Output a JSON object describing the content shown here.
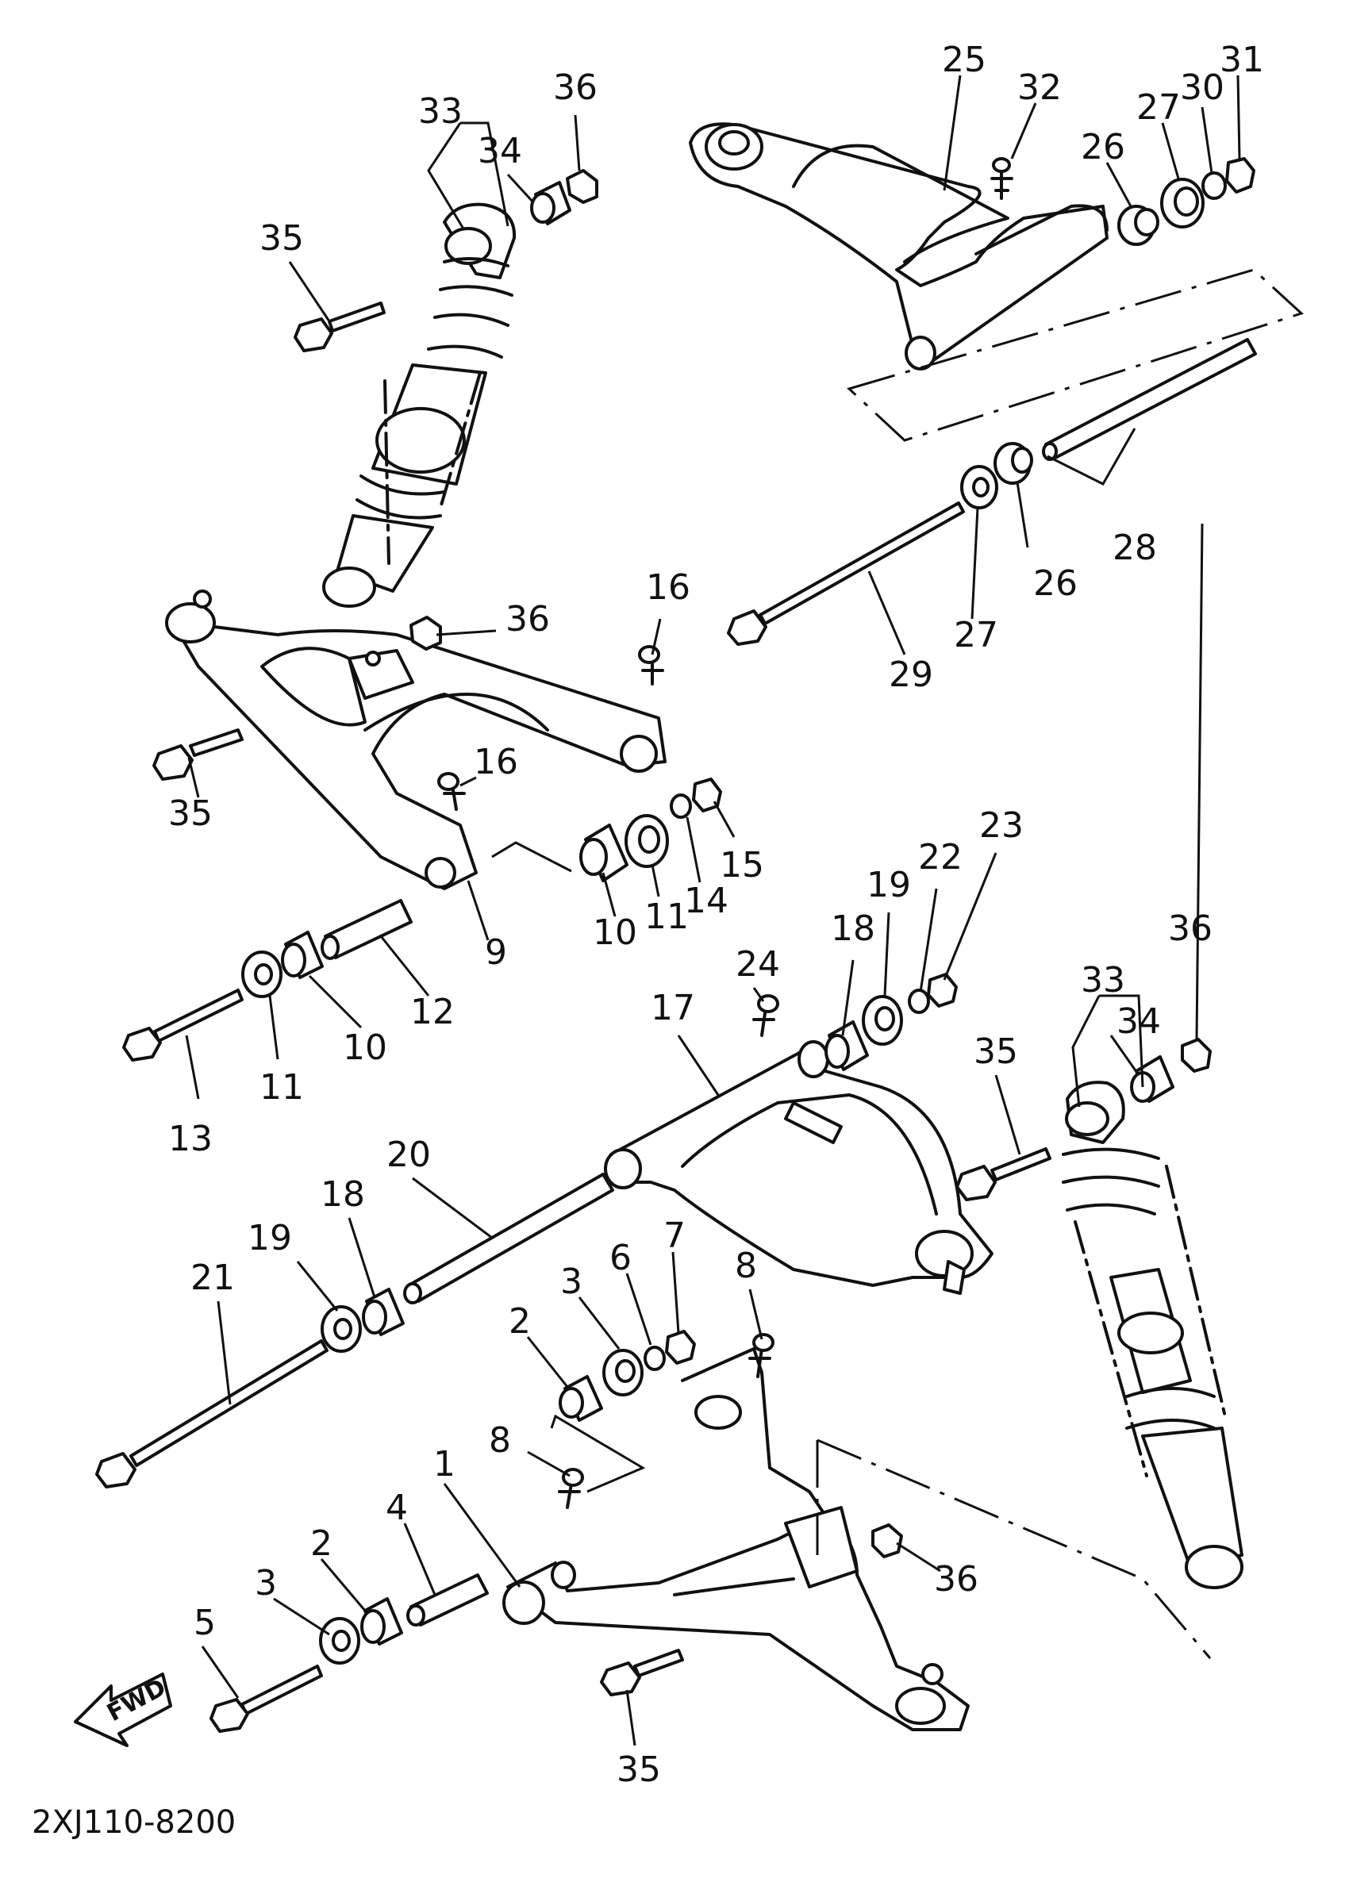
{
  "drawing_code": "2XJ110-8200",
  "fwd_label": "FWD",
  "callouts": [
    {
      "id": "c25",
      "label": "25"
    },
    {
      "id": "c32",
      "label": "32"
    },
    {
      "id": "c31",
      "label": "31"
    },
    {
      "id": "c30",
      "label": "30"
    },
    {
      "id": "c27a",
      "label": "27"
    },
    {
      "id": "c26a",
      "label": "26"
    },
    {
      "id": "c28",
      "label": "28"
    },
    {
      "id": "c27b",
      "label": "27"
    },
    {
      "id": "c26b",
      "label": "26"
    },
    {
      "id": "c29",
      "label": "29"
    },
    {
      "id": "c33a",
      "label": "33"
    },
    {
      "id": "c34a",
      "label": "34"
    },
    {
      "id": "c36a",
      "label": "36"
    },
    {
      "id": "c35a",
      "label": "35"
    },
    {
      "id": "c36b",
      "label": "36"
    },
    {
      "id": "c16a",
      "label": "16"
    },
    {
      "id": "c35b",
      "label": "35"
    },
    {
      "id": "c16b",
      "label": "16"
    },
    {
      "id": "c15",
      "label": "15"
    },
    {
      "id": "c14",
      "label": "14"
    },
    {
      "id": "c11a",
      "label": "11"
    },
    {
      "id": "c10a",
      "label": "10"
    },
    {
      "id": "c9",
      "label": "9"
    },
    {
      "id": "c12",
      "label": "12"
    },
    {
      "id": "c10b",
      "label": "10"
    },
    {
      "id": "c11b",
      "label": "11"
    },
    {
      "id": "c13",
      "label": "13"
    },
    {
      "id": "c23",
      "label": "23"
    },
    {
      "id": "c22",
      "label": "22"
    },
    {
      "id": "c19a",
      "label": "19"
    },
    {
      "id": "c18a",
      "label": "18"
    },
    {
      "id": "c24",
      "label": "24"
    },
    {
      "id": "c17",
      "label": "17"
    },
    {
      "id": "c36c",
      "label": "36"
    },
    {
      "id": "c33b",
      "label": "33"
    },
    {
      "id": "c34b",
      "label": "34"
    },
    {
      "id": "c35c",
      "label": "35"
    },
    {
      "id": "c20",
      "label": "20"
    },
    {
      "id": "c18b",
      "label": "18"
    },
    {
      "id": "c19b",
      "label": "19"
    },
    {
      "id": "c21",
      "label": "21"
    },
    {
      "id": "c7",
      "label": "7"
    },
    {
      "id": "c6",
      "label": "6"
    },
    {
      "id": "c3a",
      "label": "3"
    },
    {
      "id": "c2a",
      "label": "2"
    },
    {
      "id": "c8a",
      "label": "8"
    },
    {
      "id": "c8b",
      "label": "8"
    },
    {
      "id": "c1",
      "label": "1"
    },
    {
      "id": "c4",
      "label": "4"
    },
    {
      "id": "c2b",
      "label": "2"
    },
    {
      "id": "c3b",
      "label": "3"
    },
    {
      "id": "c5",
      "label": "5"
    },
    {
      "id": "c36d",
      "label": "36"
    },
    {
      "id": "c35d",
      "label": "35"
    }
  ]
}
